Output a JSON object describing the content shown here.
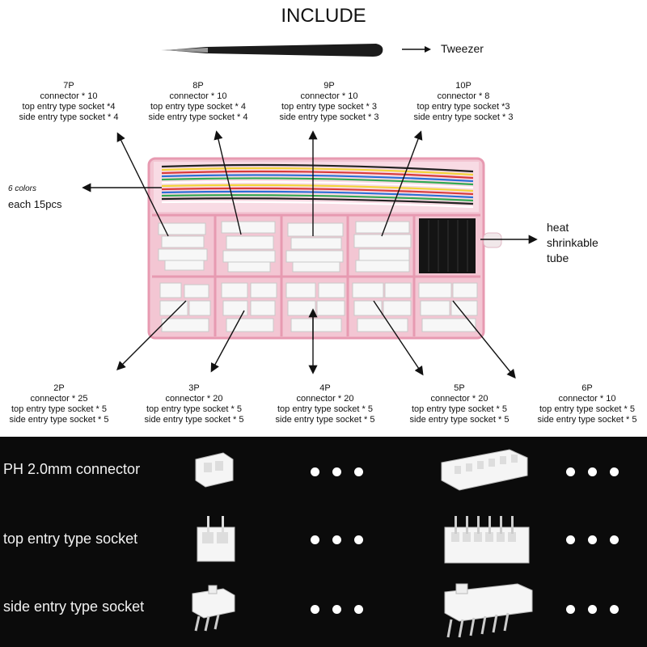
{
  "title": "INCLUDE",
  "tweezer_label": "Tweezer",
  "wires": {
    "line1": "6 colors",
    "line2": "each 15pcs"
  },
  "heat": [
    "heat",
    "shrinkable",
    "tube"
  ],
  "top_labels": [
    {
      "name": "7P",
      "lines": [
        "connector * 10",
        "top entry type socket *4",
        "side entry type socket * 4"
      ]
    },
    {
      "name": "8P",
      "lines": [
        "connector * 10",
        "top entry type socket * 4",
        "side entry type socket * 4"
      ]
    },
    {
      "name": "9P",
      "lines": [
        "connector * 10",
        "top entry type socket * 3",
        "side entry type socket * 3"
      ]
    },
    {
      "name": "10P",
      "lines": [
        "connector * 8",
        "top entry type socket *3",
        "side entry type socket * 3"
      ]
    }
  ],
  "bottom_labels": [
    {
      "name": "2P",
      "lines": [
        "connector * 25",
        "top entry type socket * 5",
        "side entry type socket * 5"
      ]
    },
    {
      "name": "3P",
      "lines": [
        "connector * 20",
        "top entry type socket * 5",
        "side entry type socket * 5"
      ]
    },
    {
      "name": "4P",
      "lines": [
        "connector * 20",
        "top entry type socket * 5",
        "side entry type socket * 5"
      ]
    },
    {
      "name": "5P",
      "lines": [
        "connector * 20",
        "top entry type socket * 5",
        "side entry type socket * 5"
      ]
    },
    {
      "name": "6P",
      "lines": [
        "connector * 10",
        "top entry type socket * 5",
        "side entry type socket * 5"
      ]
    }
  ],
  "rows": [
    {
      "label": "PH 2.0mm connector"
    },
    {
      "label": "top entry type socket"
    },
    {
      "label": "side entry type socket"
    }
  ],
  "colors": {
    "box": "#f3c6d3",
    "box_edge": "#e79ab1",
    "parts": "#f7f7f7",
    "wires": [
      "#d93b3b",
      "#2b6fd6",
      "#32a852",
      "#f2d43a",
      "#ffffff",
      "#222222"
    ]
  }
}
